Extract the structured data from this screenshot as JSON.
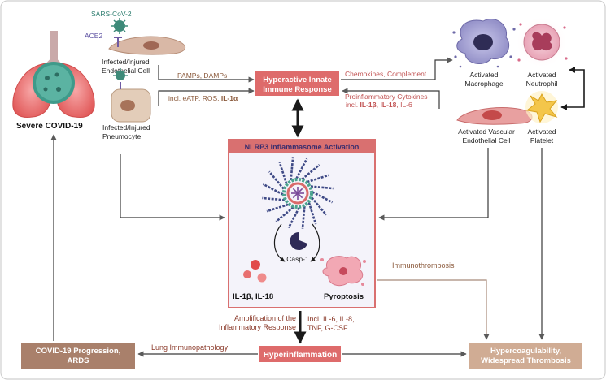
{
  "virus_label": "SARS-CoV-2",
  "receptor_label": "ACE2",
  "infected_endothelial": [
    "Infected/Injured",
    "Endothelial Cell"
  ],
  "infected_pneumocyte": [
    "Infected/Injured",
    "Pneumocyte"
  ],
  "severe_covid": "Severe COVID-19",
  "pamps_damps": "PAMPs, DAMPs",
  "incl_etc": "incl. eATP, ROS, ",
  "il1a": "IL-1α",
  "hyperactive": [
    "Hyperactive Innate",
    "Immune Response"
  ],
  "chemokines": "Chemokines, Complement",
  "proinflammatory": "Proinflammatory Cytokines",
  "proinf_incl": "incl. ",
  "proinf_il1b": "IL-1β",
  "proinf_sep": ", ",
  "proinf_il18": "IL-18",
  "proinf_il6": ", IL-6",
  "macrophage": [
    "Activated",
    "Macrophage"
  ],
  "neutrophil": [
    "Activated",
    "Neutrophil"
  ],
  "vascular_endo": [
    "Activated Vascular",
    "Endothelial Cell"
  ],
  "platelet": [
    "Activated",
    "Platelet"
  ],
  "nlrp3_title": "NLRP3 Inflammasome Activation",
  "casp1": "Casp-1",
  "il1b_il18": "IL-1β, IL-18",
  "pyroptosis": "Pyroptosis",
  "immunothrombosis": "Immunothrombosis",
  "amplification": [
    "Amplification of the",
    "Inflammatory Response"
  ],
  "incl_cytokines": [
    "Incl. IL-6, IL-8,",
    "TNF, G-CSF"
  ],
  "covid_progression": [
    "COVID-19 Progression,",
    "ARDS"
  ],
  "lung_immunopathology": "Lung Immunopathology",
  "hyperinflammation": "Hyperinflammation",
  "hypercoagulability": [
    "Hypercoagulability,",
    "Widespread Thrombosis"
  ],
  "colors": {
    "box_red": "#de6b6b",
    "box_brown": "#a9806b",
    "box_tan": "#d0ac94",
    "label_brown": "#8b5a3c",
    "nlrp3_border": "#d97070",
    "nlrp3_bg": "#f4f3fa",
    "arrow_gray": "#666666"
  }
}
